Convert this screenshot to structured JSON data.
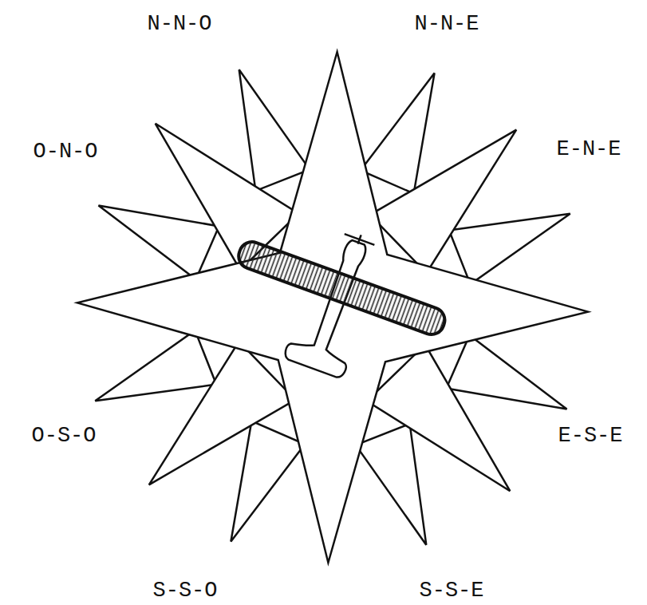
{
  "diagram": {
    "labels": [
      "N-N-O",
      "N-N-E",
      "O-N-O",
      "E-N-E",
      "O-S-O",
      "E-S-E",
      "S-S-O",
      "S-S-E"
    ]
  }
}
